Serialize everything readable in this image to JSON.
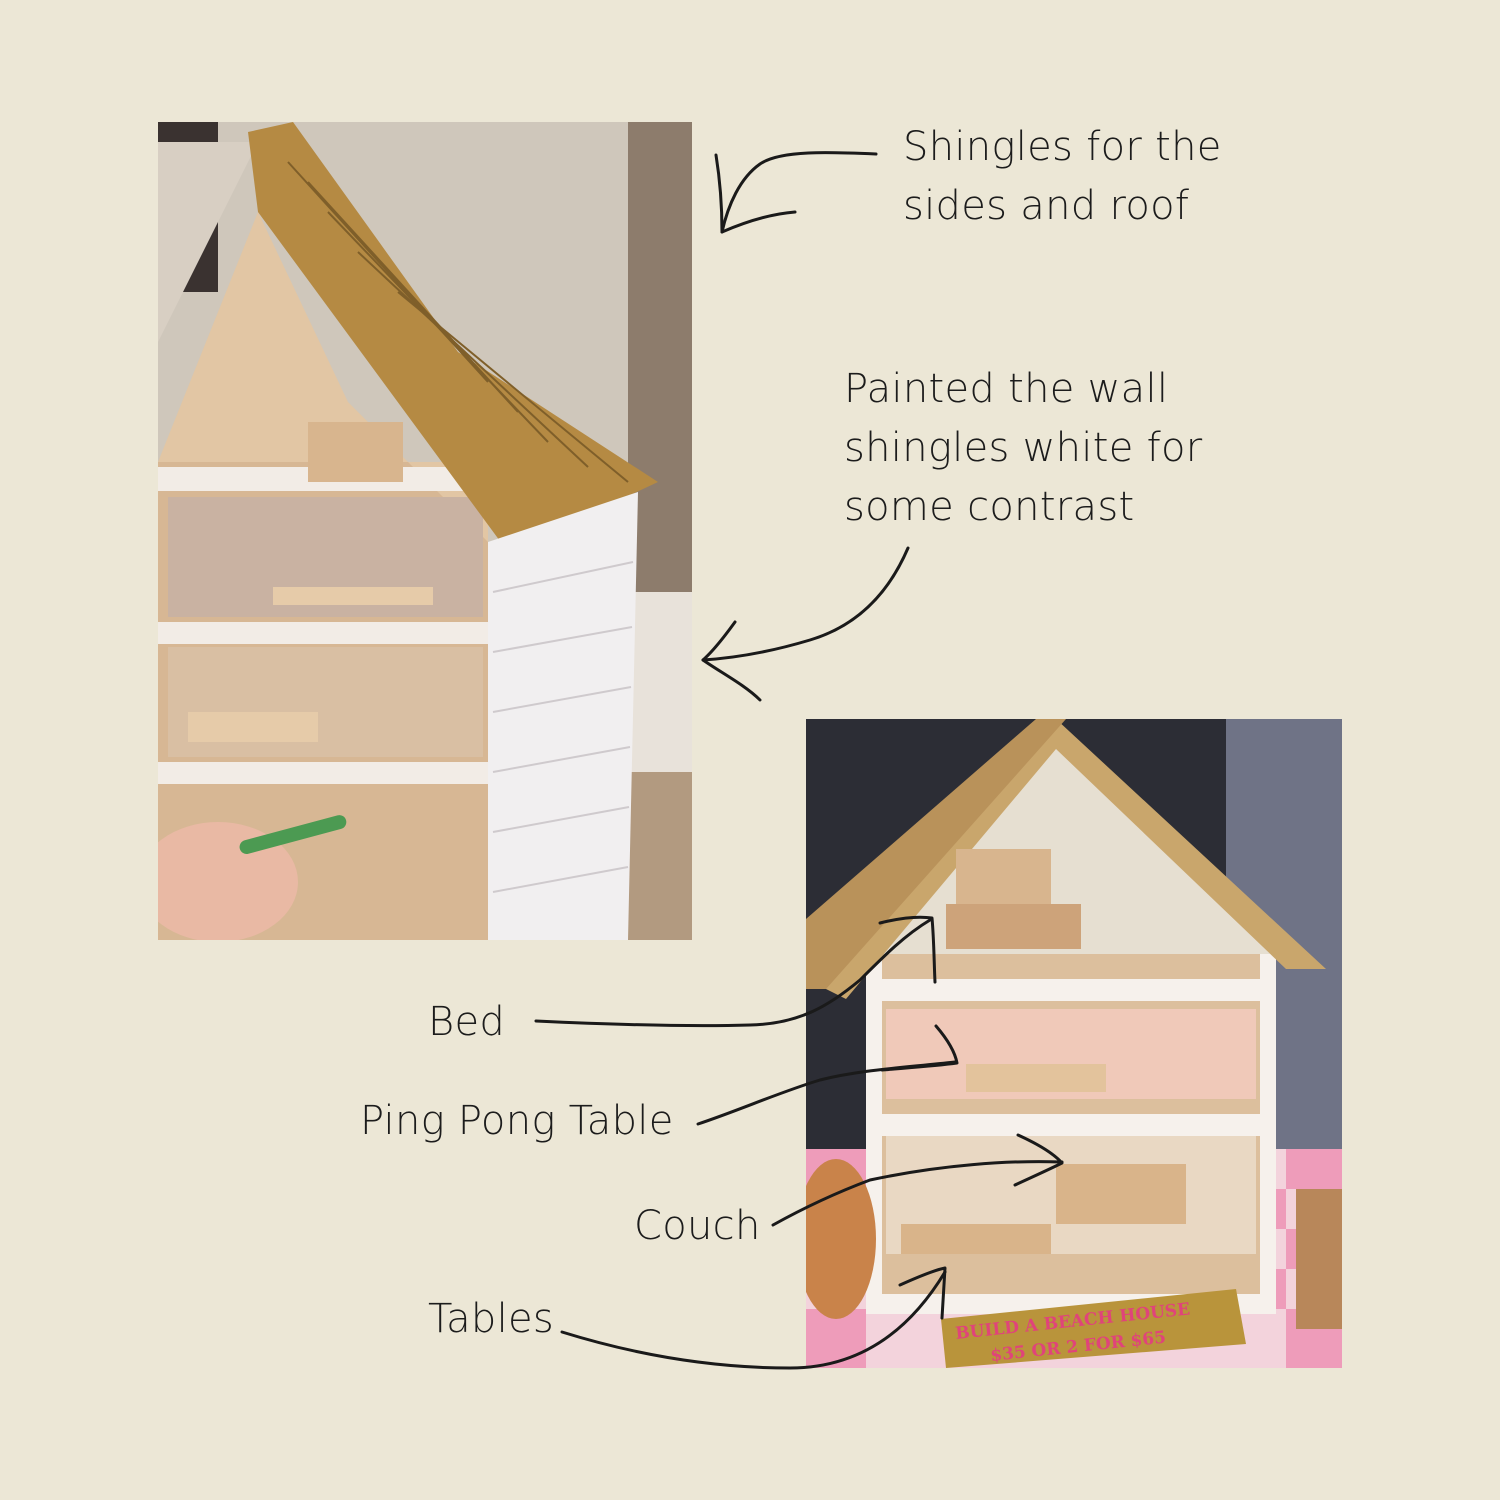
{
  "notes": {
    "shingles": [
      "Shingles for the",
      "sides and roof"
    ],
    "painted": [
      "Painted the wall",
      "shingles white for",
      "some contrast"
    ]
  },
  "labels": {
    "bed": "Bed",
    "ping_pong": "Ping Pong Table",
    "couch": "Couch",
    "tables": "Tables"
  },
  "sign": {
    "line1": "BUILD A BEACH HOUSE",
    "line2": "$35 OR 2 FOR $65"
  },
  "colors": {
    "background": "#ece7d6",
    "roof_shingle": "#b58a43",
    "wall_shingle": "#f1eff0",
    "plywood": "#dcbf9d",
    "sign_bg": "#b9943b",
    "sign_text": "#e0447a",
    "tablecloth_pink": "#ee9cba"
  }
}
